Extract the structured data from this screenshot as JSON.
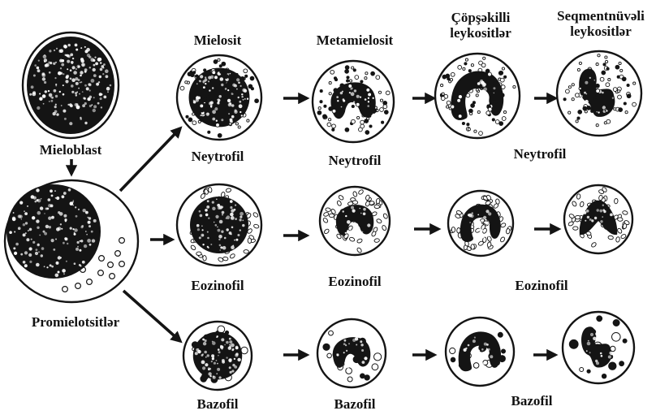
{
  "colors": {
    "ink": "#141414",
    "paper": "#ffffff"
  },
  "labels": {
    "mieloblast": "Mieloblast",
    "promielotsitler": "Promielotsitlər",
    "mielosit": "Mielosit",
    "metamielosit": "Metamielosit",
    "copsekilli": "Çöpşəkilli\nleykositlər",
    "seqmentnuveli": "Seqmentnüvəli\nleykositlər",
    "neytrofil_1": "Neytrofil",
    "neytrofil_2": "Neytrofil",
    "neytrofil_3": "Neytrofil",
    "eozinofil_1": "Eozinofil",
    "eozinofil_2": "Eozinofil",
    "eozinofil_3": "Eozinofil",
    "bazofil_1": "Bazofil",
    "bazofil_2": "Bazofil",
    "bazofil_3": "Bazofil"
  },
  "cells": [
    {
      "id": "mieloblast",
      "nucleus": "round",
      "granules": "none"
    },
    {
      "id": "promielotsit",
      "nucleus": "round-large",
      "granules": "few"
    },
    {
      "id": "neytrofil-mielosit",
      "nucleus": "round",
      "granules": "small"
    },
    {
      "id": "neytrofil-metamielosit",
      "nucleus": "kidney",
      "granules": "small"
    },
    {
      "id": "neytrofil-copsekilli",
      "nucleus": "band",
      "granules": "small"
    },
    {
      "id": "neytrofil-seqmentnuveli",
      "nucleus": "segmented",
      "granules": "small"
    },
    {
      "id": "eozinofil-mielosit",
      "nucleus": "round",
      "granules": "eosinophil"
    },
    {
      "id": "eozinofil-metamielosit",
      "nucleus": "kidney",
      "granules": "eosinophil"
    },
    {
      "id": "eozinofil-copsekilli",
      "nucleus": "band",
      "granules": "eosinophil"
    },
    {
      "id": "eozinofil-seqmentnuveli",
      "nucleus": "bilobed",
      "granules": "eosinophil"
    },
    {
      "id": "bazofil-mielosit",
      "nucleus": "round",
      "granules": "basophil"
    },
    {
      "id": "bazofil-metamielosit",
      "nucleus": "kidney",
      "granules": "basophil"
    },
    {
      "id": "bazofil-copsekilli",
      "nucleus": "band",
      "granules": "basophil"
    },
    {
      "id": "bazofil-seqmentnuveli",
      "nucleus": "segmented",
      "granules": "basophil"
    }
  ]
}
